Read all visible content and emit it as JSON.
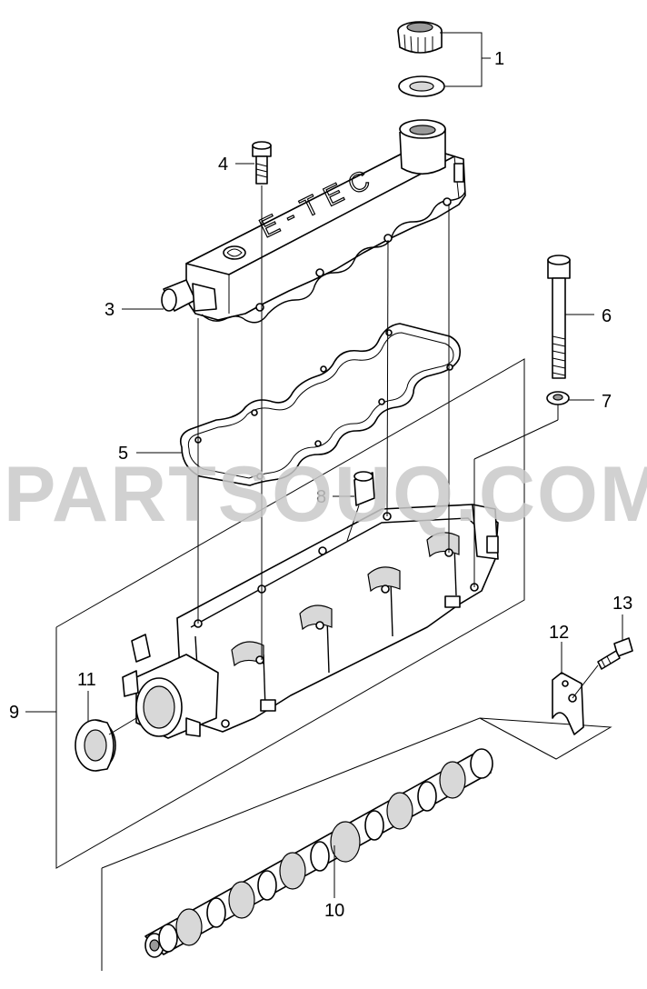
{
  "watermark": "PARTSOUQ.COM",
  "embossing": "E-TEC",
  "callouts": {
    "c1": "1",
    "c2": "3",
    "c3": "4",
    "c4": "5",
    "c5": "6",
    "c6": "7",
    "c7": "8",
    "c8": "9",
    "c9": "10",
    "c10": "11",
    "c11": "12",
    "c12": "13"
  }
}
